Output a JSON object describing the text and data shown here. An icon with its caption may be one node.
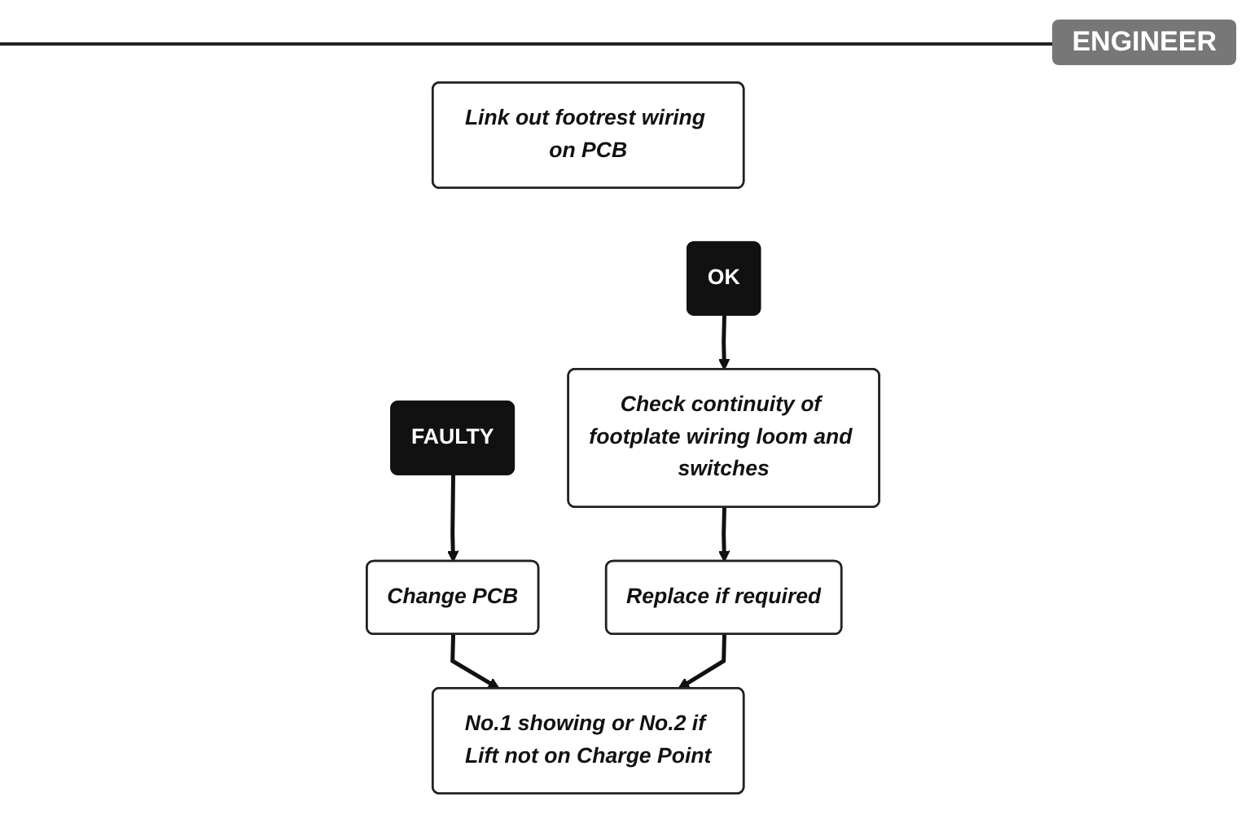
{
  "diagram": {
    "nodes": [
      {
        "text": [
          "Link out footrest wiring on PCB"
        ]
      },
      {
        "text": [
          "FAULTY"
        ]
      },
      {
        "text": [
          "OK"
        ]
      },
      {
        "text": [
          "Change PCB"
        ]
      },
      {
        "text": [
          "Check continuity of footplate wiring loom and switches"
        ]
      },
      {
        "text": [
          "Replace if required"
        ]
      },
      {
        "text": [
          "No.1 showing or No.2 if Lift not on Charge Point"
        ]
      }
    ],
    "edges": [
      {
        "from": 1,
        "to": 3,
        "arrow": "to"
      },
      {
        "from": 2,
        "to": 4,
        "arrow": "to"
      },
      {
        "from": 3,
        "to": 6,
        "arrow": "to"
      },
      {
        "from": 4,
        "to": 5,
        "arrow": "to"
      },
      {
        "from": 5,
        "to": 6,
        "arrow": "to"
      }
    ],
    "labels": [
      "ENGINEER"
    ]
  }
}
